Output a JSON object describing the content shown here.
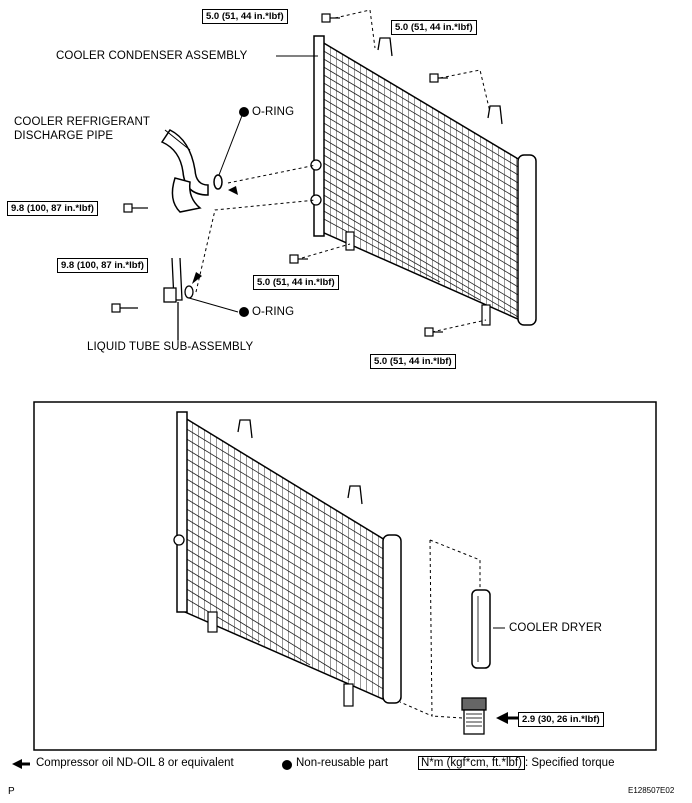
{
  "labels": {
    "condenser_assembly": "COOLER CONDENSER ASSEMBLY",
    "discharge_pipe": "COOLER REFRIGERANT\nDISCHARGE PIPE",
    "oring_top": "O-RING",
    "oring_bottom": "O-RING",
    "liquid_tube": "LIQUID TUBE SUB-ASSEMBLY",
    "cooler_dryer": "COOLER DRYER"
  },
  "torques": {
    "t1": "5.0 (51, 44 in.*lbf)",
    "t2": "5.0 (51, 44 in.*lbf)",
    "t3": "9.8 (100, 87 in.*lbf)",
    "t4": "9.8 (100, 87 in.*lbf)",
    "t5": "5.0 (51, 44 in.*lbf)",
    "t6": "5.0 (51, 44 in.*lbf)",
    "t7": "2.9 (30, 26 in.*lbf)"
  },
  "legend": {
    "oil": "Compressor oil ND-OIL 8 or equivalent",
    "nonreusable": "Non-reusable part",
    "torque_unit": "N*m (kgf*cm, ft.*lbf)",
    "torque_text": ": Specified torque"
  },
  "figure_id": "E128507E02",
  "page_marker": "P"
}
